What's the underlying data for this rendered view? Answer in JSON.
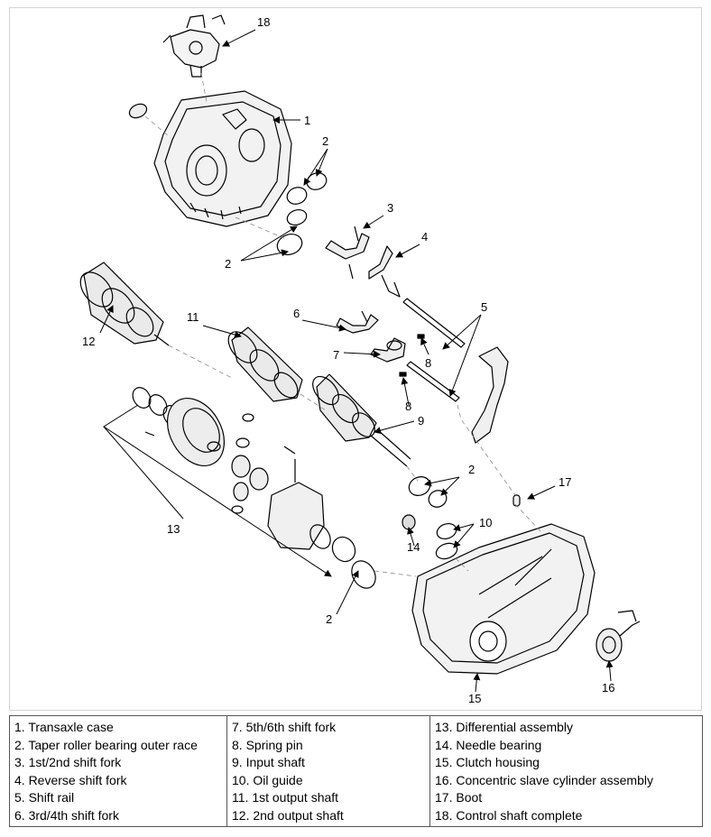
{
  "callouts": [
    "1",
    "2",
    "2",
    "3",
    "4",
    "5",
    "6",
    "7",
    "8",
    "8",
    "9",
    "2",
    "10",
    "11",
    "12",
    "13",
    "14",
    "2",
    "15",
    "16",
    "17",
    "18"
  ],
  "legend": {
    "col1": [
      "1. Transaxle case",
      "2. Taper roller bearing outer race",
      "3. 1st/2nd shift fork",
      "4. Reverse shift fork",
      "5. Shift rail",
      "6. 3rd/4th shift fork"
    ],
    "col2": [
      "7. 5th/6th shift fork",
      "8. Spring pin",
      "9. Input shaft",
      "10. Oil guide",
      "11. 1st output shaft",
      "12. 2nd output shaft"
    ],
    "col3": [
      "13. Differential assembly",
      "14. Needle bearing",
      "15. Clutch housing",
      "16. Concentric slave cylinder assembly",
      "17. Boot",
      "18. Control shaft complete"
    ]
  }
}
